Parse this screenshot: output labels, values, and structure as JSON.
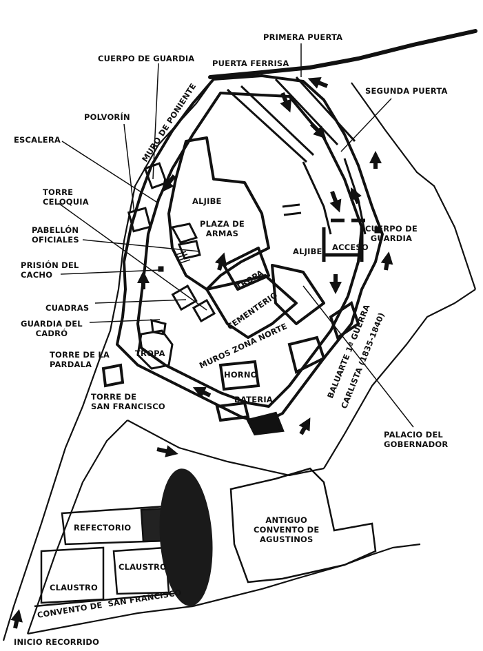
{
  "colors": {
    "ink": "#1a1a1a",
    "paper": "#ffffff",
    "fill": "#e8e8e8"
  },
  "labels": {
    "primera_puerta": "PRIMERA PUERTA",
    "puerta_ferrisa": "PUERTA FERRISA",
    "cuerpo_guardia_top": "CUERPO DE GUARDIA",
    "segunda_puerta": "SEGUNDA PUERTA",
    "polvorin": "POLVORÍN",
    "muro_poniente": "MURO DE PONIENTE",
    "escalera": "ESCALERA",
    "aljibe_1": "ALJIBE",
    "torre_celoquia": "TORRE\nCELOQUIA",
    "plaza_armas": "PLAZA DE\nARMAS",
    "pabellon_oficiales": "PABELLÓN\nOFICIALES",
    "cuerpo_guardia_right": "CUERPO DE\nGUARDIA",
    "aljibe_2": "ALJIBE",
    "acceso": "ACCESO",
    "prision_cacho": "PRISIÓN DEL\nCACHO",
    "tropa_1": "TROPA",
    "cementerio": "CEMENTERIO",
    "cuadras": "CUADRAS",
    "guardia_cadro": "GUARDIA DEL\nCADRÓ",
    "muros_zona_norte": "MUROS ZONA NORTE",
    "baluarte": "BALUARTE 1ª GUERRA",
    "carlista": "CARLISTA (1835-1840)",
    "torre_pardala": "TORRE DE LA\nPARDALA",
    "tropa_2": "TROPA",
    "horno": "HORNO",
    "bateria": "BATERIA",
    "torre_san_francisco": "TORRE DE\nSAN FRANCISCO",
    "palacio_gobernador": "PALACIO DEL\nGOBERNADOR",
    "refectorio": "REFECTORIO",
    "antiguo_convento": "ANTIGUO\nCONVENTO DE\nAGUSTINOS",
    "claustro_1": "CLAUSTRO",
    "claustro_2": "CLAUSTRO",
    "convento_san_francisco": "CONVENTO DE  SAN FRANCISCO",
    "inicio_recorrido": "INICIO RECORRIDO"
  },
  "icons": {
    "route_arrow": "route-arrow-icon",
    "start_arrow": "start-arrow-icon"
  }
}
